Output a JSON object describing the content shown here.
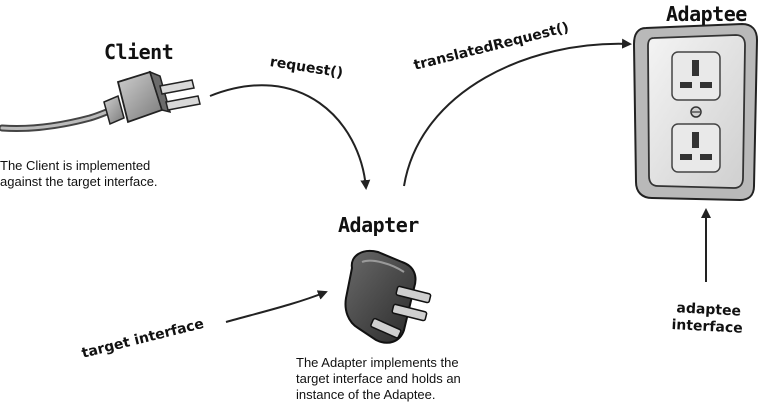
{
  "labels": {
    "client": "Client",
    "adapter": "Adapter",
    "adaptee": "Adaptee",
    "request": "request()",
    "translated_request": "translatedRequest()",
    "target_interface": "target interface",
    "adaptee_interface_line1": "adaptee",
    "adaptee_interface_line2": "interface"
  },
  "notes": {
    "client": [
      "The Client is implemented",
      "against the target interface."
    ],
    "adapter": [
      "The Adapter implements the",
      "target interface and holds an",
      "instance of the Adaptee."
    ]
  },
  "icons": {
    "client": "plug-icon",
    "adapter": "adapter-icon",
    "adaptee": "wall-socket-icon"
  },
  "colors": {
    "ink": "#111111",
    "socket_face": "#e6e6e6",
    "socket_edge": "#8a8a8a",
    "plug_body": "#5a5a5a"
  }
}
